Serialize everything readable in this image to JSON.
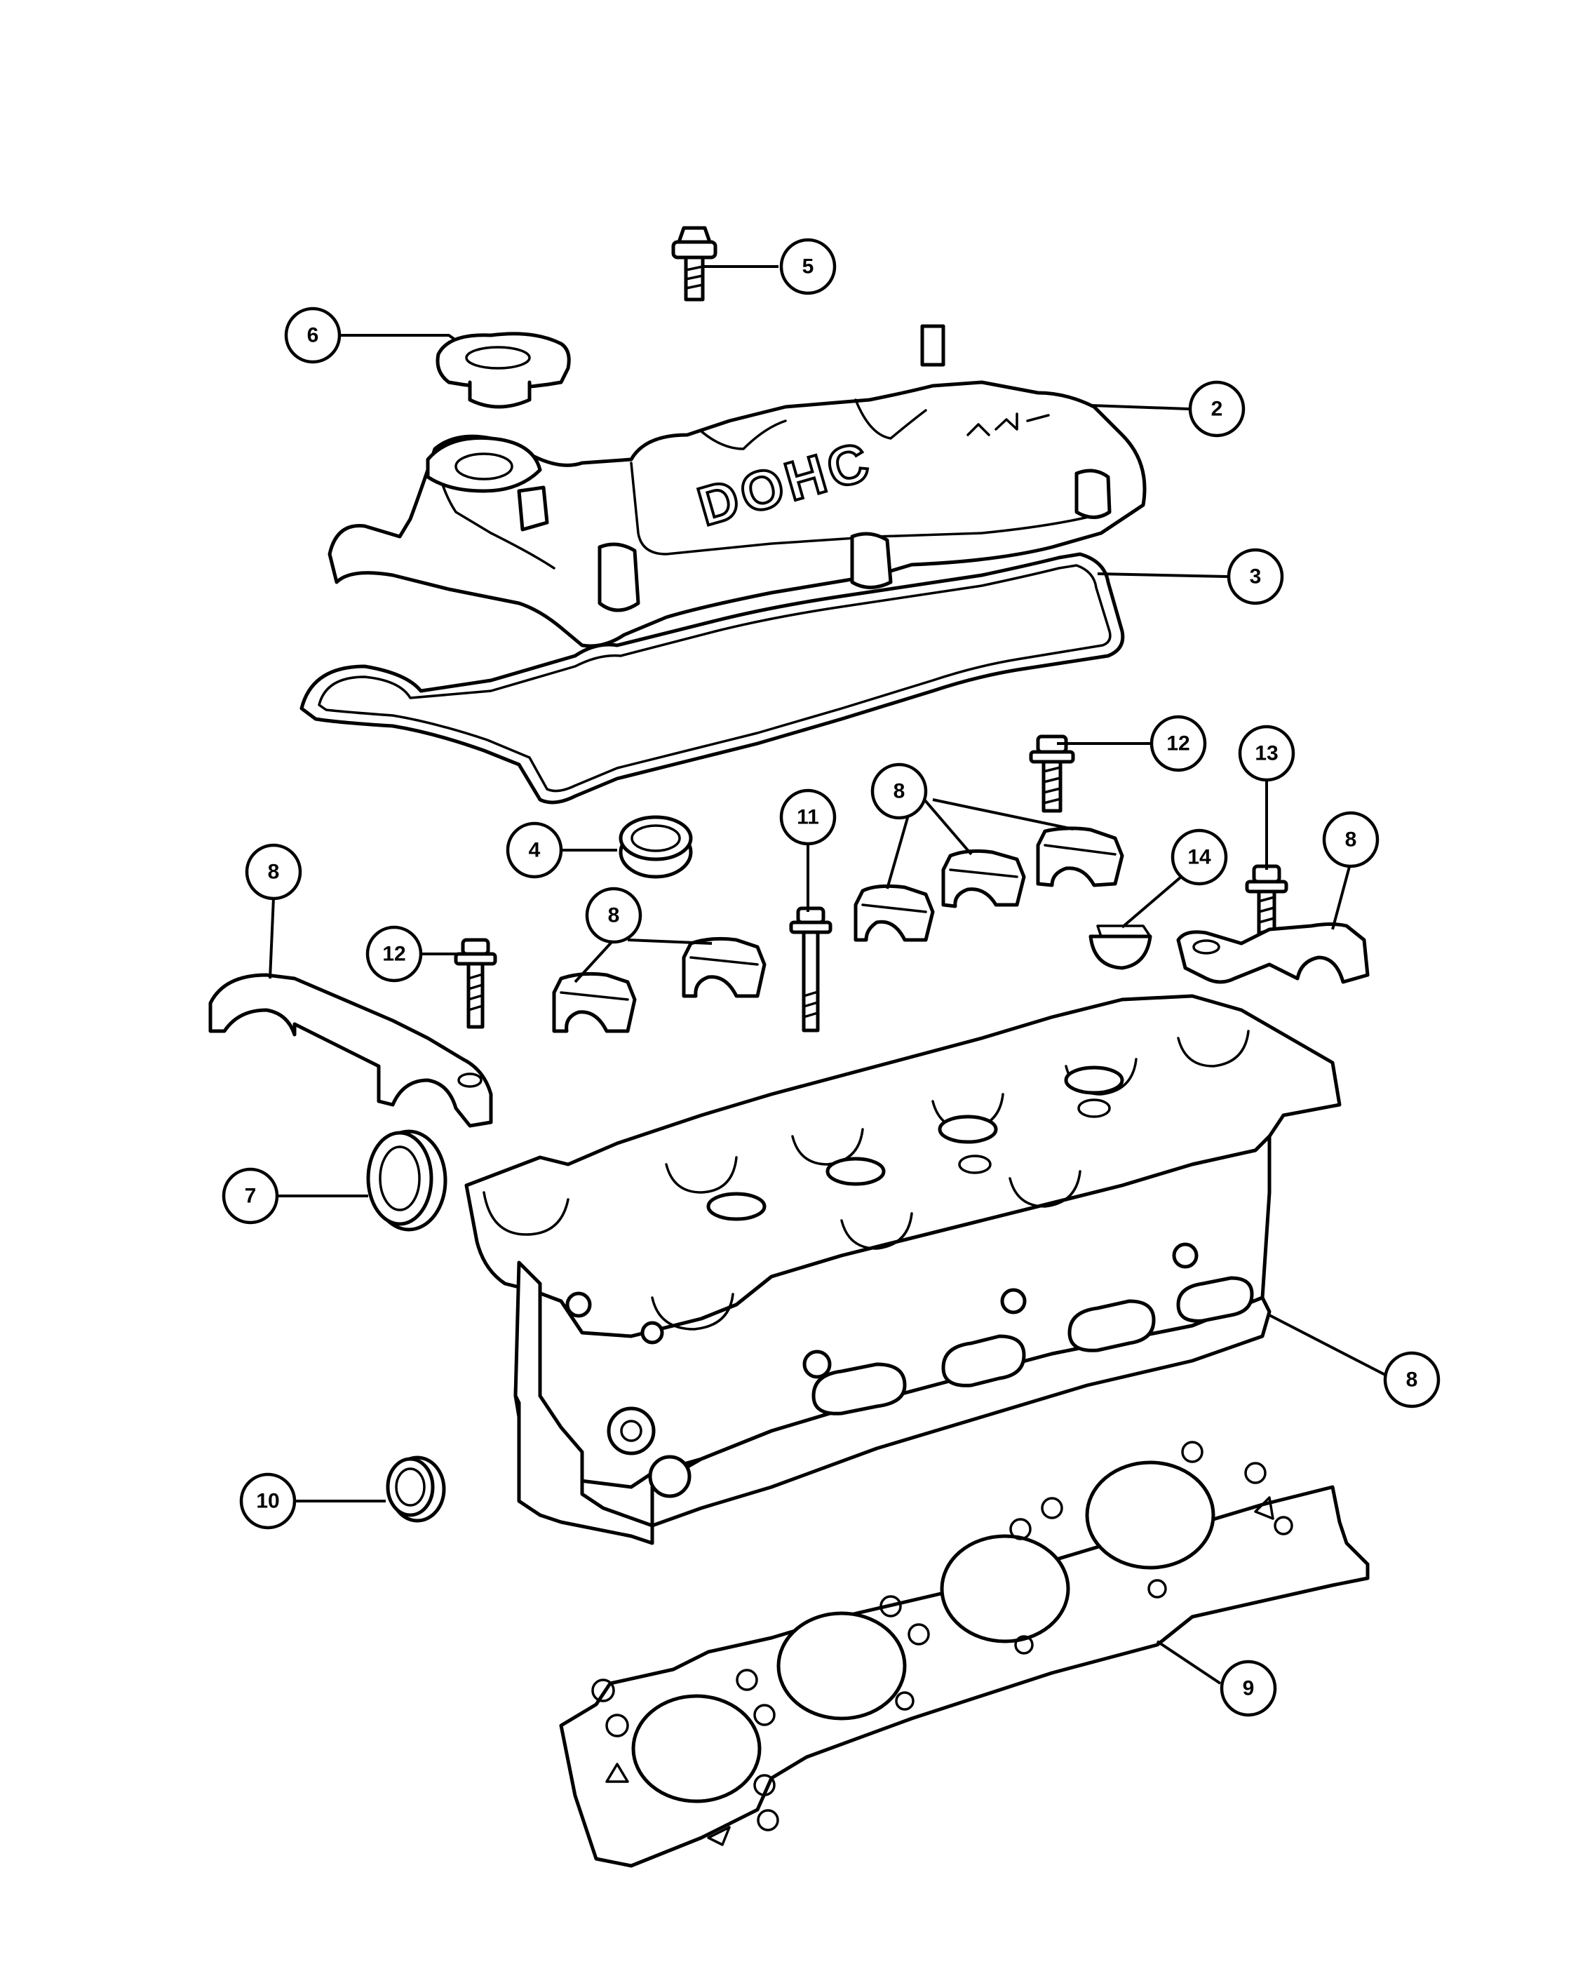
{
  "diagram": {
    "cover_embossing": "DOHC",
    "callouts": [
      {
        "id": "c5",
        "label": "5"
      },
      {
        "id": "c6",
        "label": "6"
      },
      {
        "id": "c2",
        "label": "2"
      },
      {
        "id": "c3",
        "label": "3"
      },
      {
        "id": "c12a",
        "label": "12"
      },
      {
        "id": "c13",
        "label": "13"
      },
      {
        "id": "c8a",
        "label": "8"
      },
      {
        "id": "c4",
        "label": "4"
      },
      {
        "id": "c11",
        "label": "11"
      },
      {
        "id": "c14",
        "label": "14"
      },
      {
        "id": "c8b",
        "label": "8"
      },
      {
        "id": "c8c",
        "label": "8"
      },
      {
        "id": "c8d",
        "label": "8"
      },
      {
        "id": "c12b",
        "label": "12"
      },
      {
        "id": "c7",
        "label": "7"
      },
      {
        "id": "c8e",
        "label": "8"
      },
      {
        "id": "c10",
        "label": "10"
      },
      {
        "id": "c9",
        "label": "9"
      }
    ]
  }
}
